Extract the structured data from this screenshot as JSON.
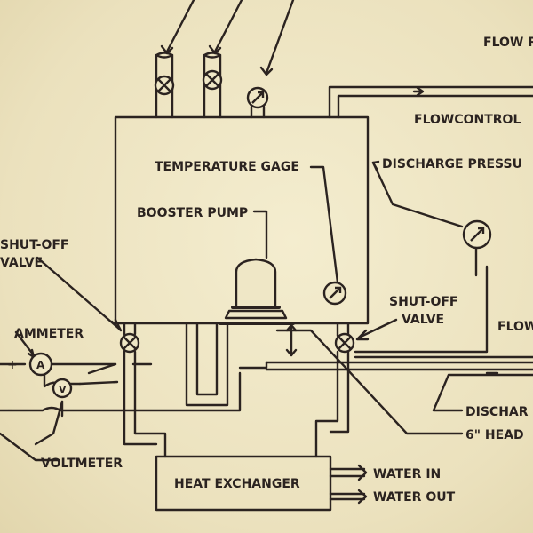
{
  "labels": {
    "flow_top": "FLOW R",
    "flow_control": "FLOWCONTROL",
    "temperature_gage": "TEMPERATURE GAGE",
    "discharge_pressure": "DISCHARGE PRESSU",
    "booster_pump": "BOOSTER PUMP",
    "shutoff_left_1": "SHUT-OFF",
    "shutoff_left_2": "VALVE",
    "shutoff_right_1": "SHUT-OFF",
    "shutoff_right_2": "VALVE",
    "flow_right": "FLOW",
    "ammeter": "AMMETER",
    "plus": "+",
    "minus": "-",
    "ammeter_symbol": "A",
    "voltmeter_symbol": "V",
    "voltmeter": "VOLTMETER",
    "discharge_bottom": "DISCHAR",
    "head": "6\" HEAD",
    "heat_exchanger": "HEAT EXCHANGER",
    "water_in": "WATER IN",
    "water_out": "WATER OUT"
  },
  "colors": {
    "ink": "#2b2320",
    "paper": "#efe7c6"
  }
}
